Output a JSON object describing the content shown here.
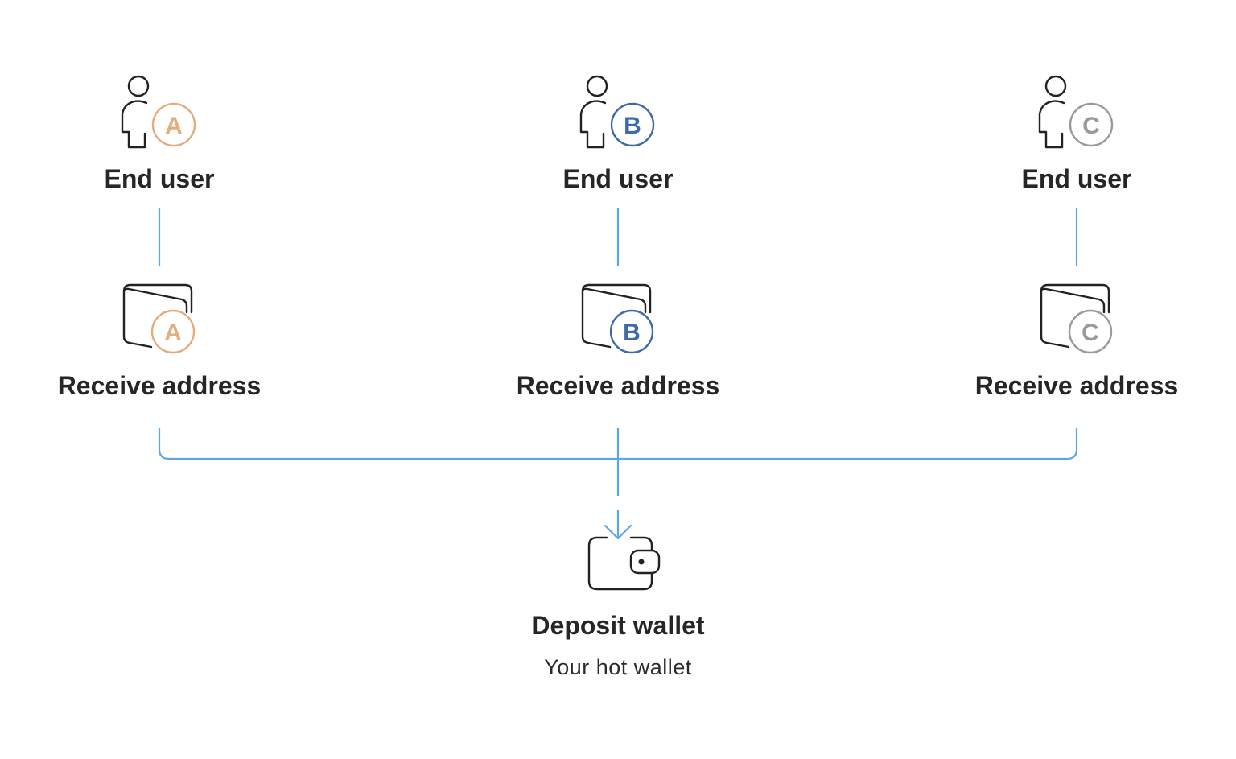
{
  "users": [
    {
      "badge": "A",
      "color": "#e3ad7f",
      "user_label": "End user",
      "address_label": "Receive address"
    },
    {
      "badge": "B",
      "color": "#3f68ad",
      "user_label": "End user",
      "address_label": "Receive address"
    },
    {
      "badge": "C",
      "color": "#9a9a9a",
      "user_label": "End user",
      "address_label": "Receive address"
    }
  ],
  "deposit": {
    "title": "Deposit wallet",
    "subtitle": "Your hot wallet"
  },
  "colors": {
    "connector": "#5aa7e6",
    "icon_stroke": "#222222"
  }
}
